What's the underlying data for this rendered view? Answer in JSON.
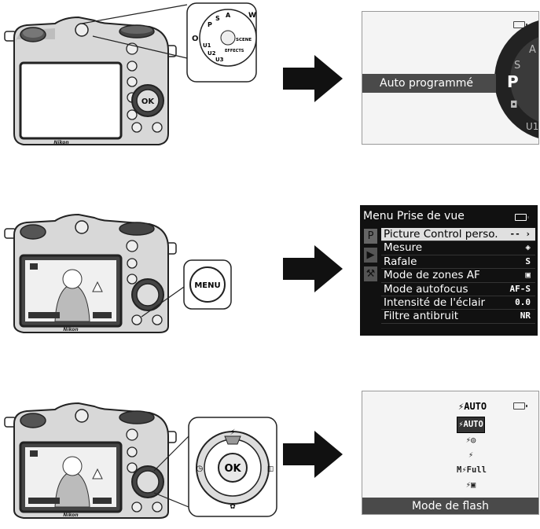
{
  "step1": {
    "camera_brand": "Nikon",
    "dial_labels": [
      "W",
      "A",
      "S",
      "P",
      "U1",
      "U2",
      "U3",
      "SCENE",
      "EFFECTS"
    ],
    "screen_mode_label": "Auto programmé",
    "screen_current_mode": "P",
    "screen_dial_letters": [
      "A",
      "S",
      "U1"
    ]
  },
  "step2": {
    "camera_brand": "Nikon",
    "button_label": "MENU",
    "menu_title": "Menu Prise de vue",
    "side_tab_letter": "P",
    "menu_items": [
      {
        "label": "Picture Control perso.",
        "value": "-- ›"
      },
      {
        "label": "Mesure",
        "value": "◈"
      },
      {
        "label": "Rafale",
        "value": "S"
      },
      {
        "label": "Mode de zones AF",
        "value": "▣"
      },
      {
        "label": "Mode autofocus",
        "value": "AF-S"
      },
      {
        "label": "Intensité de l'éclair",
        "value": "0.0"
      },
      {
        "label": "Filtre antibruit",
        "value": "NR"
      }
    ]
  },
  "step3": {
    "camera_brand": "Nikon",
    "ok_label": "OK",
    "current_flash": "⚡AUTO",
    "flash_options": [
      "⚡AUTO",
      "⚡◎",
      "⚡",
      "M⚡Full",
      "⚡▣"
    ],
    "flash_mode_label": "Mode de flash"
  },
  "colors": {
    "bar": "#4a4a4a",
    "menu_bg": "#111111",
    "highlight": "#e0e0e0"
  }
}
